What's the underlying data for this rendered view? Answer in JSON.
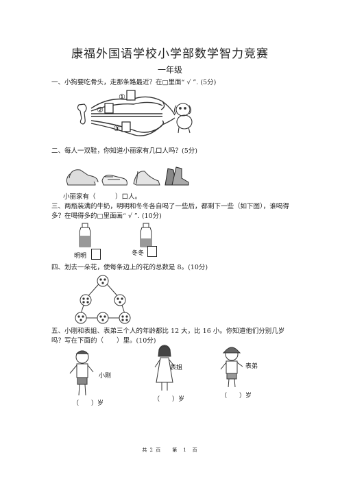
{
  "title": "康福外国语学校小学部数学智力竞赛",
  "grade": "一年级",
  "q1": {
    "text": "一、小狗要吃骨头，走那条路最近？在□里面“ √ ”. (5分)",
    "path_labels": [
      "①",
      "②",
      "③"
    ]
  },
  "q2": {
    "text": "二、每人一双鞋，你知道小丽家有几口人吗？(5分)",
    "answer": "小丽家有（　　　）口人。"
  },
  "q3": {
    "text": "三、两瓶装满的牛奶，明明和冬冬各自喝了一些后，都剩下一些（如下图），谁喝得多？在喝得多的□里面画“ √ ”. (10分)",
    "name_a": "明明",
    "name_b": "冬冬"
  },
  "q4": {
    "text": "四、划去一朵花，使每条边上的花的总数是 8。(10分)"
  },
  "q5": {
    "text": "五、小刚和表姐、表弟三个人的年龄都比 12 大，比 16 小。你知道他们分别几岁吗？写在下面的（　　）里。(10分)",
    "people": [
      {
        "name": "小刚",
        "answer": "（　　）岁"
      },
      {
        "name": "表姐",
        "answer": "（　　）岁"
      },
      {
        "name": "表弟",
        "answer": "（　　）岁"
      }
    ]
  },
  "footer": "共 2 页　　第　1　页"
}
